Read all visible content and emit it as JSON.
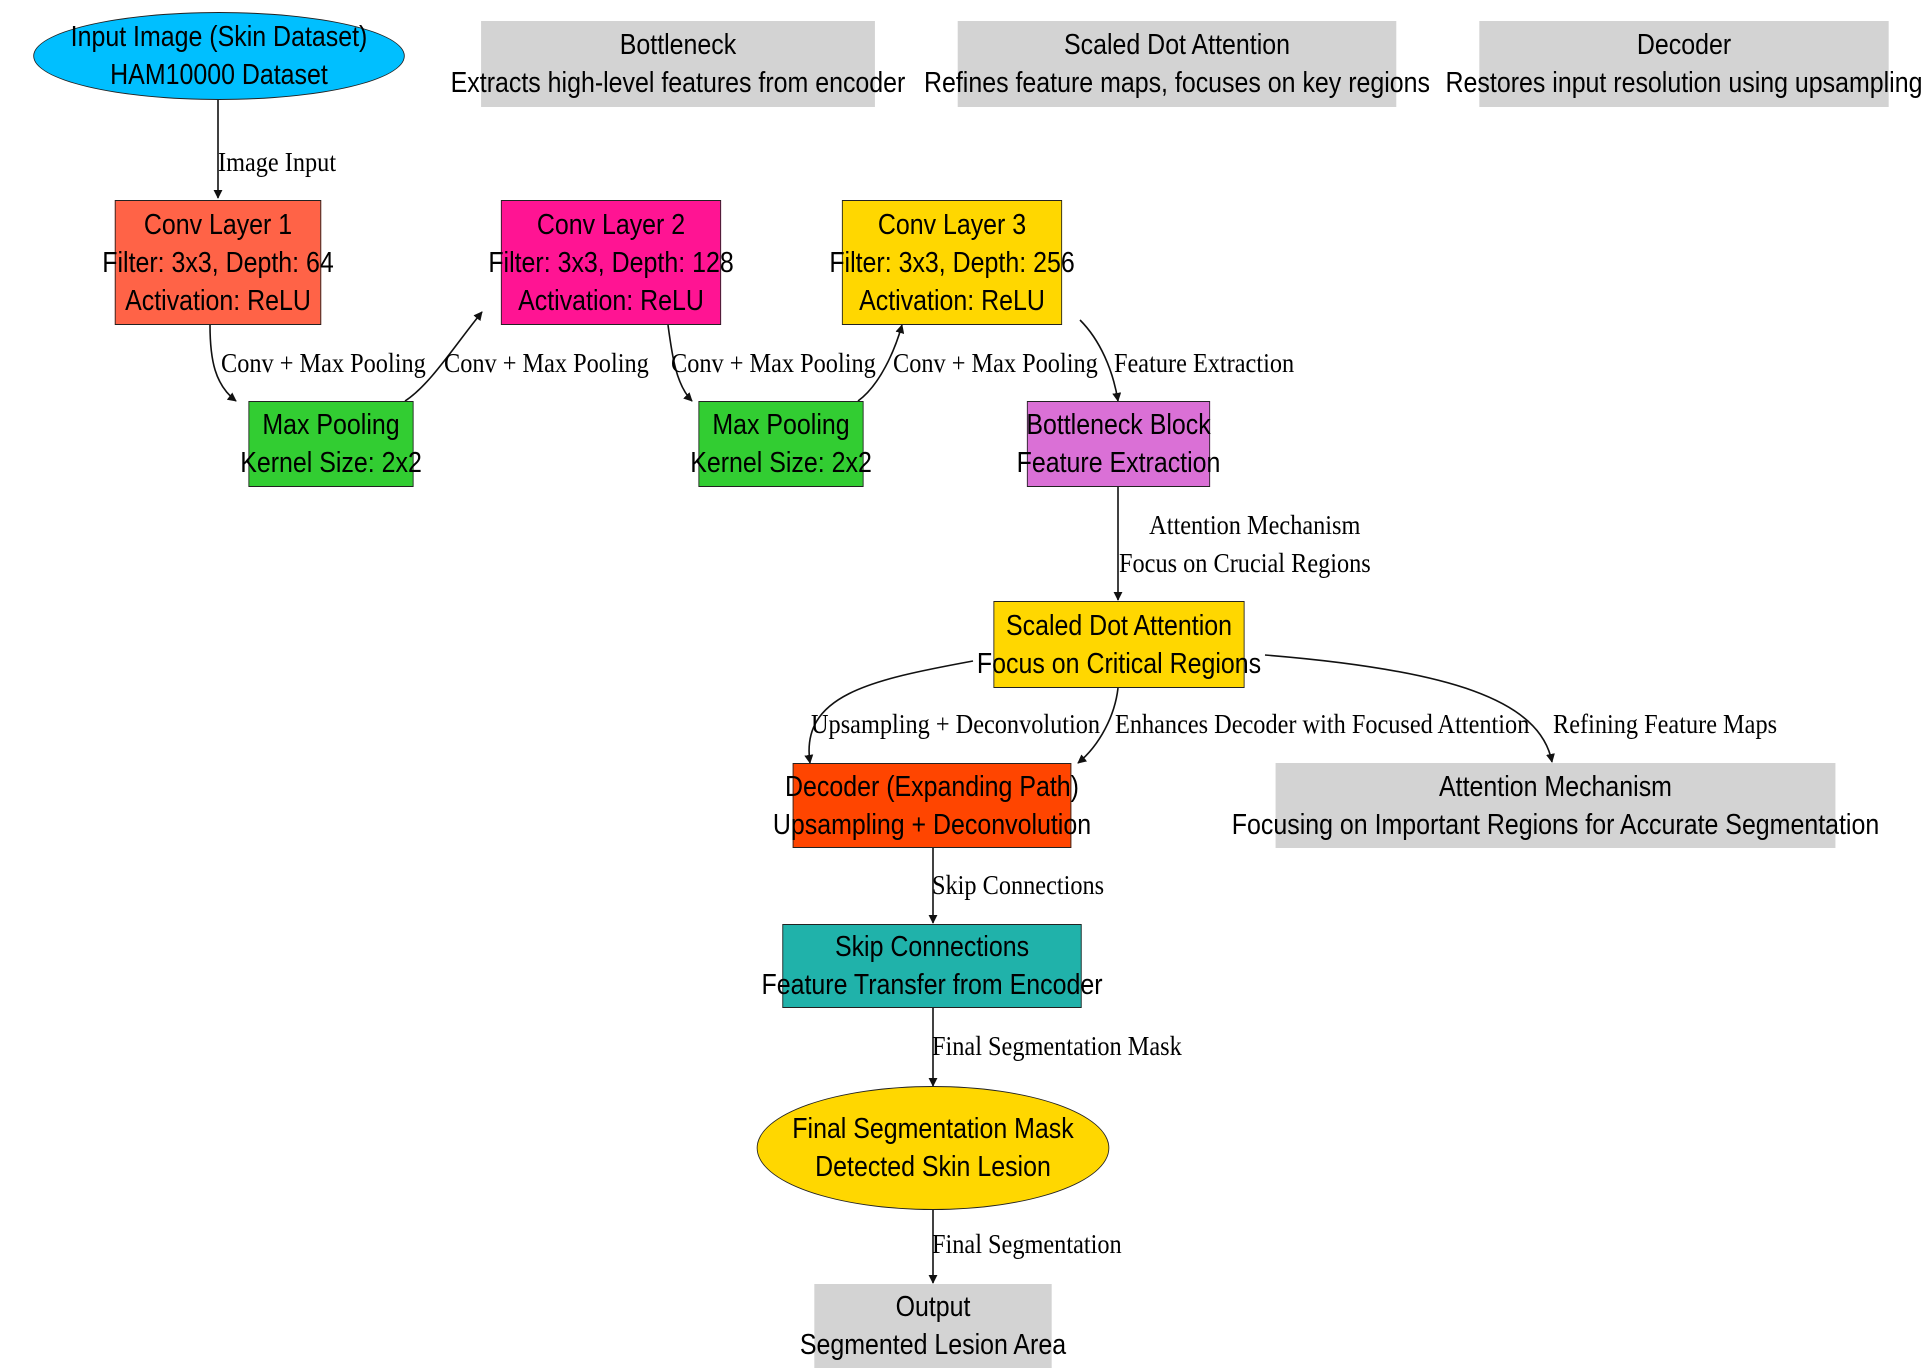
{
  "nodes": {
    "input": {
      "lines": [
        "Input Image (Skin Dataset)",
        "HAM10000 Dataset"
      ],
      "color": "#00BFFF"
    },
    "legend_bottleneck": {
      "lines": [
        "Bottleneck",
        "Extracts high-level features from encoder"
      ],
      "color": "#D3D3D3"
    },
    "legend_attention": {
      "lines": [
        "Scaled Dot Attention",
        "Refines feature maps, focuses on key regions"
      ],
      "color": "#D3D3D3"
    },
    "legend_decoder": {
      "lines": [
        "Decoder",
        "Restores input resolution using upsampling"
      ],
      "color": "#D3D3D3"
    },
    "conv1": {
      "lines": [
        "Conv Layer 1",
        "Filter: 3x3, Depth: 64",
        "Activation: ReLU"
      ],
      "color": "#FF6347"
    },
    "conv2": {
      "lines": [
        "Conv Layer 2",
        "Filter: 3x3, Depth: 128",
        "Activation: ReLU"
      ],
      "color": "#FF1493"
    },
    "conv3": {
      "lines": [
        "Conv Layer 3",
        "Filter: 3x3, Depth: 256",
        "Activation: ReLU"
      ],
      "color": "#FFD700"
    },
    "pool1": {
      "lines": [
        "Max Pooling",
        "Kernel Size: 2x2"
      ],
      "color": "#32CD32"
    },
    "pool2": {
      "lines": [
        "Max Pooling",
        "Kernel Size: 2x2"
      ],
      "color": "#32CD32"
    },
    "bottleneck": {
      "lines": [
        "Bottleneck Block",
        "Feature Extraction"
      ],
      "color": "#DA70D6"
    },
    "attention": {
      "lines": [
        "Scaled Dot Attention",
        "Focus on Critical Regions"
      ],
      "color": "#FFD700"
    },
    "decoder": {
      "lines": [
        "Decoder (Expanding Path)",
        "Upsampling + Deconvolution"
      ],
      "color": "#FF4500"
    },
    "attn_mech": {
      "lines": [
        "Attention Mechanism",
        "Focusing on Important Regions for Accurate Segmentation"
      ],
      "color": "#D3D3D3"
    },
    "skip": {
      "lines": [
        "Skip Connections",
        "Feature Transfer from Encoder"
      ],
      "color": "#20B2AA"
    },
    "mask": {
      "lines": [
        "Final Segmentation Mask",
        "Detected Skin Lesion"
      ],
      "color": "#FFD700"
    },
    "output": {
      "lines": [
        "Output",
        "Segmented Lesion Area"
      ],
      "color": "#D3D3D3"
    }
  },
  "edges": {
    "image_input": [
      "Image Input"
    ],
    "conv1_pool1": [
      "Conv + Max Pooling"
    ],
    "pool1_conv2": [
      "Conv + Max Pooling"
    ],
    "conv2_pool2": [
      "Conv + Max Pooling"
    ],
    "pool2_conv3": [
      "Conv + Max Pooling"
    ],
    "feature_extraction": [
      "Feature Extraction"
    ],
    "attention_mechanism": [
      "Attention Mechanism",
      "Focus on Crucial Regions"
    ],
    "upsampling": [
      "Upsampling + Deconvolution"
    ],
    "enhances": [
      "Enhances Decoder with Focused Attention"
    ],
    "refining": [
      "Refining Feature Maps"
    ],
    "skip_connections": [
      "Skip Connections"
    ],
    "final_mask": [
      "Final Segmentation Mask"
    ],
    "final_segmentation": [
      "Final Segmentation"
    ]
  },
  "line_color": "#111111"
}
